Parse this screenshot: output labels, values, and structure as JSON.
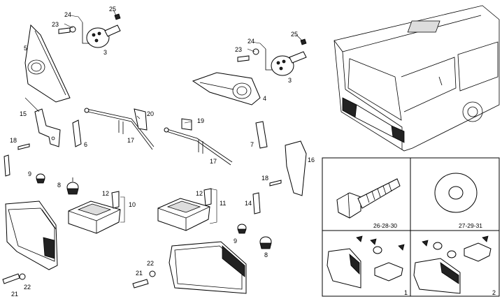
{
  "callouts": {
    "c1": "1",
    "c2": "2",
    "c3a": "3",
    "c3b": "3",
    "c4": "4",
    "c5": "5",
    "c6": "6",
    "c7": "7",
    "c8a": "8",
    "c8b": "8",
    "c9a": "9",
    "c9b": "9",
    "c10": "10",
    "c11": "11",
    "c12a": "12",
    "c12b": "12",
    "c14": "14",
    "c15": "15",
    "c16": "16",
    "c17a": "17",
    "c17b": "17",
    "c18a": "18",
    "c18b": "18",
    "c19": "19",
    "c20": "20",
    "c21a": "21",
    "c21b": "21",
    "c22a": "22",
    "c22b": "22",
    "c23a": "23",
    "c23b": "23",
    "c24a": "24",
    "c24b": "24",
    "c25a": "25",
    "c25b": "25"
  },
  "detail_boxes": {
    "bolt_label": "26-28-30",
    "washer_label": "27-29-31"
  },
  "icons": [
    "headlamp-left",
    "headlamp-right",
    "ballast-box",
    "bulb",
    "motor-actuator",
    "bezel",
    "bracket",
    "bus-front",
    "bolt",
    "washer"
  ]
}
